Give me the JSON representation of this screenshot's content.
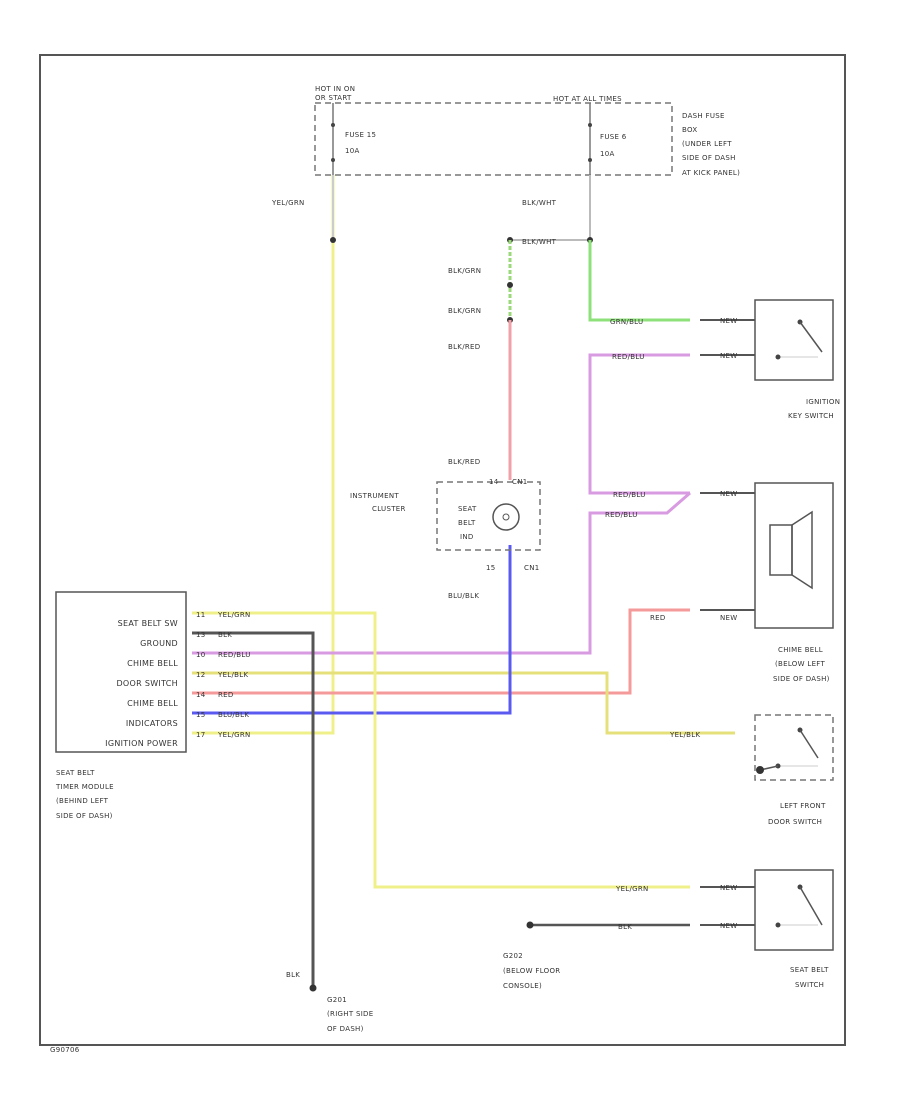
{
  "fuse_box": {
    "hot_left": [
      "HOT IN ON",
      "OR START"
    ],
    "hot_right": "HOT AT ALL TIMES",
    "fuse_left": [
      "FUSE 15",
      "10A"
    ],
    "fuse_right": [
      "FUSE 6",
      "10A"
    ],
    "label": [
      "DASH FUSE",
      "BOX",
      "(UNDER LEFT",
      "SIDE OF DASH",
      "AT KICK PANEL)"
    ]
  },
  "wires": {
    "yel_grn_top": "YEL/GRN",
    "blk_wht_top": "BLK/WHT",
    "blk_wht_mid": "BLK/WHT",
    "blk_grn_1": "BLK/GRN",
    "blk_grn_2": "BLK/GRN",
    "blk_red_1": "BLK/RED",
    "blk_red_2": "BLK/RED",
    "blu_blk": "BLU/BLK",
    "grn_blu": "GRN/BLU",
    "red_blu_1": "RED/BLU",
    "red_blu_2": "RED/BLU",
    "red_blu_3": "RED/BLU",
    "red": "RED",
    "yel_blk": "YEL/BLK",
    "yel_grn_bottom": "YEL/GRN",
    "blk": "BLK",
    "blk_bottom": "BLK"
  },
  "connector_tags": {
    "grn_blu": "NEW",
    "red_blu": "NEW",
    "chime_top": "NEW",
    "chime_bottom": "NEW",
    "seat_top": "NEW",
    "seat_bottom": "NEW"
  },
  "instrument_cluster": {
    "label": [
      "INSTRUMENT",
      "CLUSTER"
    ],
    "lamp": [
      "SEAT",
      "BELT",
      "IND"
    ],
    "pins": [
      "14",
      "CN1",
      "15",
      "CN1"
    ]
  },
  "components": {
    "ignition_switch": [
      "IGNITION",
      "KEY SWITCH"
    ],
    "chime_bell": [
      "CHIME BELL",
      "(BELOW LEFT",
      "SIDE OF DASH)"
    ],
    "door_switch": [
      "LEFT FRONT",
      "DOOR SWITCH"
    ],
    "seat_belt_switch": [
      "SEAT BELT",
      "SWITCH"
    ],
    "g202": [
      "G202",
      "(BELOW FLOOR",
      "CONSOLE)"
    ],
    "g201": [
      "G201",
      "(RIGHT SIDE",
      "OF DASH)"
    ]
  },
  "timer_module": {
    "pins": [
      "SEAT BELT SW",
      "GROUND",
      "CHIME BELL",
      "DOOR SWITCH",
      "CHIME BELL",
      "INDICATORS",
      "IGNITION POWER"
    ],
    "pin_numbers": [
      "11",
      "13",
      "10",
      "12",
      "14",
      "15",
      "17"
    ],
    "wire_labels": [
      "YEL/GRN",
      "BLK",
      "RED/BLU",
      "YEL/BLK",
      "RED",
      "BLU/BLK",
      "YEL/GRN"
    ],
    "label": [
      "SEAT BELT",
      "TIMER MODULE",
      "(BEHIND LEFT",
      "SIDE OF DASH)"
    ]
  },
  "footer_code": "G90706"
}
